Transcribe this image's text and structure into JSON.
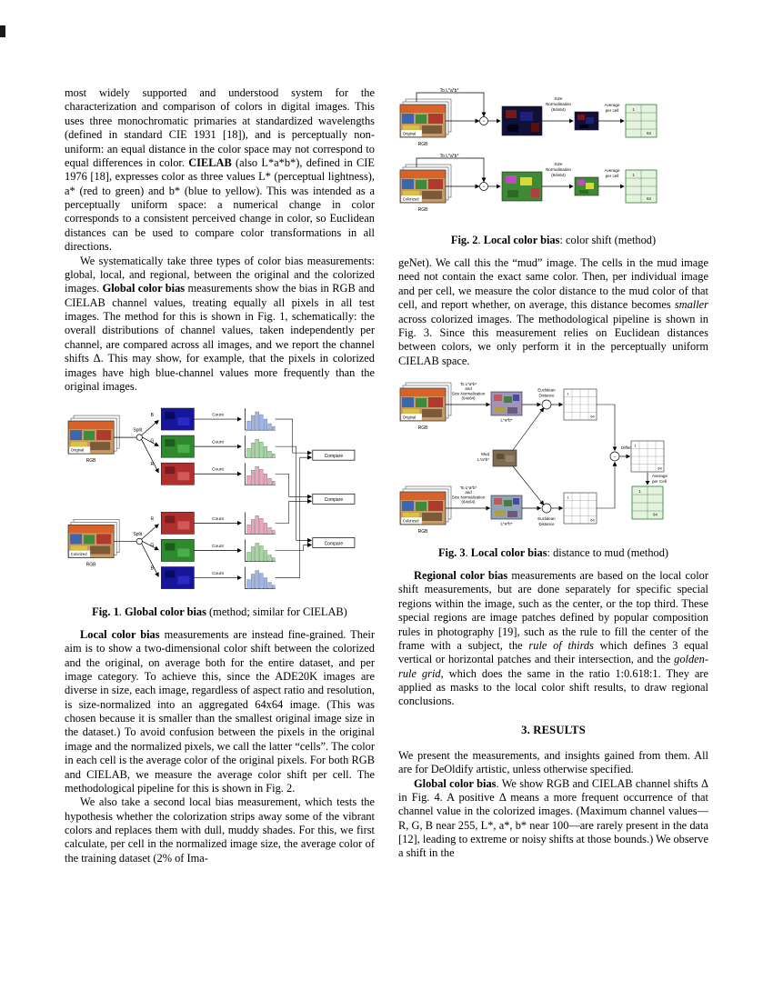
{
  "paper": {
    "left": {
      "p1": [
        {
          "t": "most widely supported and understood system for the characterization and comparison of colors in digital images. This uses three monochromatic primaries at standardized wavelengths (defined in standard CIE 1931 [18]), and is perceptually non-uniform: an equal distance in the color space may not correspond to equal differences in color. "
        },
        {
          "t": "CIELAB",
          "b": true
        },
        {
          "t": " (also L*a*b*), defined in CIE 1976 [18], expresses color as three values L* (perceptual lightness), a* (red to green) and b* (blue to yellow). This was intended as a perceptually uniform space: a numerical change in color corresponds to a consistent perceived change in color, so Euclidean distances can be used to compare color transformations in all directions."
        }
      ],
      "p2": [
        {
          "t": "We systematically take three types of color bias measurements: global, local, and regional, between the original and the colorized images. "
        },
        {
          "t": "Global color bias",
          "b": true
        },
        {
          "t": " measurements show the bias in RGB and CIELAB channel values, treating equally all pixels in all test images. The method for this is shown in Fig. 1, schematically: the overall distributions of channel values, taken independently per channel, are compared across all images, and we report the channel shifts Δ. This may show, for example, that the pixels in colorized images have high blue-channel values more frequently than the original images."
        }
      ],
      "p3": [
        {
          "t": "Local color bias",
          "b": true
        },
        {
          "t": " measurements are instead fine-grained. Their aim is to show a two-dimensional color shift between the colorized and the original, on average both for the entire dataset, and per image category. To achieve this, since the ADE20K images are diverse in size, each image, regardless of aspect ratio and resolution, is size-normalized into an aggregated 64x64 image. (This was chosen because it is smaller than the smallest original image size in the dataset.) To avoid confusion between the pixels in the original image and the normalized pixels, we call the latter “cells”. The color in each cell is the average color of the original pixels. For both RGB and CIELAB, we measure the average color shift per cell. The methodological pipeline for this is shown in Fig. 2."
        }
      ],
      "p4": [
        {
          "t": "We also take a second local bias measurement, which tests the hypothesis whether the colorization strips away some of the vibrant colors and replaces them with dull, muddy shades. For this, we first calculate, per cell in the normalized image size, the average color of the training dataset (2% of Ima-"
        }
      ]
    },
    "right": {
      "p1": [
        {
          "t": "geNet). We call this the “mud” image. The cells in the mud image need not contain the exact same color. Then, per individual image and per cell, we measure the color distance to the mud color of that cell, and report whether, on average, this distance becomes "
        },
        {
          "t": "smaller",
          "i": true
        },
        {
          "t": " across colorized images. The methodological pipeline is shown in Fig. 3. Since this measurement relies on Euclidean distances between colors, we only perform it in the perceptually uniform CIELAB space."
        }
      ],
      "p2": [
        {
          "t": "Regional color bias",
          "b": true
        },
        {
          "t": " measurements are based on the local color shift measurements, but are done separately for specific special regions within the image, such as the center, or the top third. These special regions are image patches defined by popular composition rules in photography [19], such as the rule to fill the center of the frame with a subject, the "
        },
        {
          "t": "rule of thirds",
          "i": true
        },
        {
          "t": " which defines 3 equal vertical or horizontal patches and their intersection, and the "
        },
        {
          "t": "golden-rule grid",
          "i": true
        },
        {
          "t": ", which does the same in the ratio 1:0.618:1. They are applied as masks to the local color shift results, to draw regional conclusions."
        }
      ],
      "results_heading": "3. RESULTS",
      "p3": [
        {
          "t": "We present the measurements, and insights gained from them. All are for DeOldify artistic, unless otherwise specified."
        }
      ],
      "p4": [
        {
          "t": "Global color bias",
          "b": true
        },
        {
          "t": ". We show RGB and CIELAB channel shifts Δ in Fig. 4. A positive Δ means a more frequent occurrence of that channel value in the colorized images. (Maximum channel values—R, G, B near 255, L*, a*, b* near 100—are rarely present in the data [12], leading to extreme or noisy shifts at those bounds.) We observe a shift in the"
        }
      ]
    },
    "fig1": {
      "caption": [
        {
          "t": "Fig. 1",
          "b": true
        },
        {
          "t": ". "
        },
        {
          "t": "Global color bias",
          "b": true
        },
        {
          "t": " (method; similar for CIELAB)"
        }
      ],
      "original": "Original",
      "colorized": "Colorized",
      "rgb": "RGB",
      "split": "Split",
      "count": "Count",
      "compare": "Compare",
      "channels_original": [
        "B",
        "G",
        "R"
      ],
      "channels_colorized": [
        "R",
        "G",
        "B"
      ]
    },
    "fig2": {
      "caption": [
        {
          "t": "Fig. 2",
          "b": true
        },
        {
          "t": ". "
        },
        {
          "t": "Local color bias",
          "b": true
        },
        {
          "t": ": color shift (method)"
        }
      ],
      "original": "Original",
      "colorized": "Colorized",
      "rgb": "RGB",
      "to_lab": "To L*a*b*",
      "minus": "−",
      "size_norm": [
        "Size",
        "Normalisation",
        "(64x64)"
      ],
      "avg": [
        "Average",
        "per cell"
      ],
      "cell_first": "1",
      "cell_last": "64"
    },
    "fig3": {
      "caption": [
        {
          "t": "Fig. 3",
          "b": true
        },
        {
          "t": ". "
        },
        {
          "t": "Local color bias",
          "b": true
        },
        {
          "t": ": distance to mud (method)"
        }
      ],
      "original": "Original",
      "colorized": "Colorized",
      "rgb": "RGB",
      "to_lab": [
        "To L*a*b*",
        "and",
        "Size Normalization",
        "(64x64)"
      ],
      "lab": "L*a*b*",
      "euclid": [
        "Euclidean",
        "Distance"
      ],
      "mud": [
        "Mud",
        "L*a*b*"
      ],
      "difference": "Difference",
      "minus": "−",
      "avg": [
        "Average",
        "per Cell"
      ],
      "cell_first": "1",
      "cell_last": "64"
    }
  }
}
